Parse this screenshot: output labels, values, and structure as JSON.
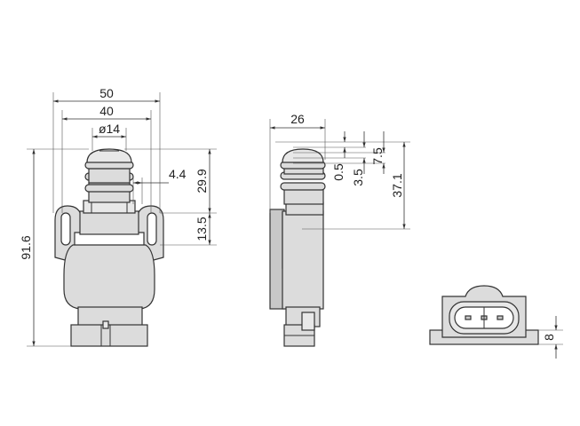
{
  "dimensions": {
    "front_width_outer": "50",
    "front_width_inner": "40",
    "front_diameter": "ø14",
    "front_offset": "4.4",
    "front_plunger_height": "29.9",
    "front_slot_height": "13.5",
    "front_total_height": "91.6",
    "side_width": "26",
    "side_step_a": "0.5",
    "side_step_b": "3.5",
    "side_step_c": "7.5",
    "side_height": "37.1",
    "end_flange": "8"
  },
  "colors": {
    "body": "#dcdcdc",
    "outline": "#333333",
    "background": "#ffffff"
  }
}
